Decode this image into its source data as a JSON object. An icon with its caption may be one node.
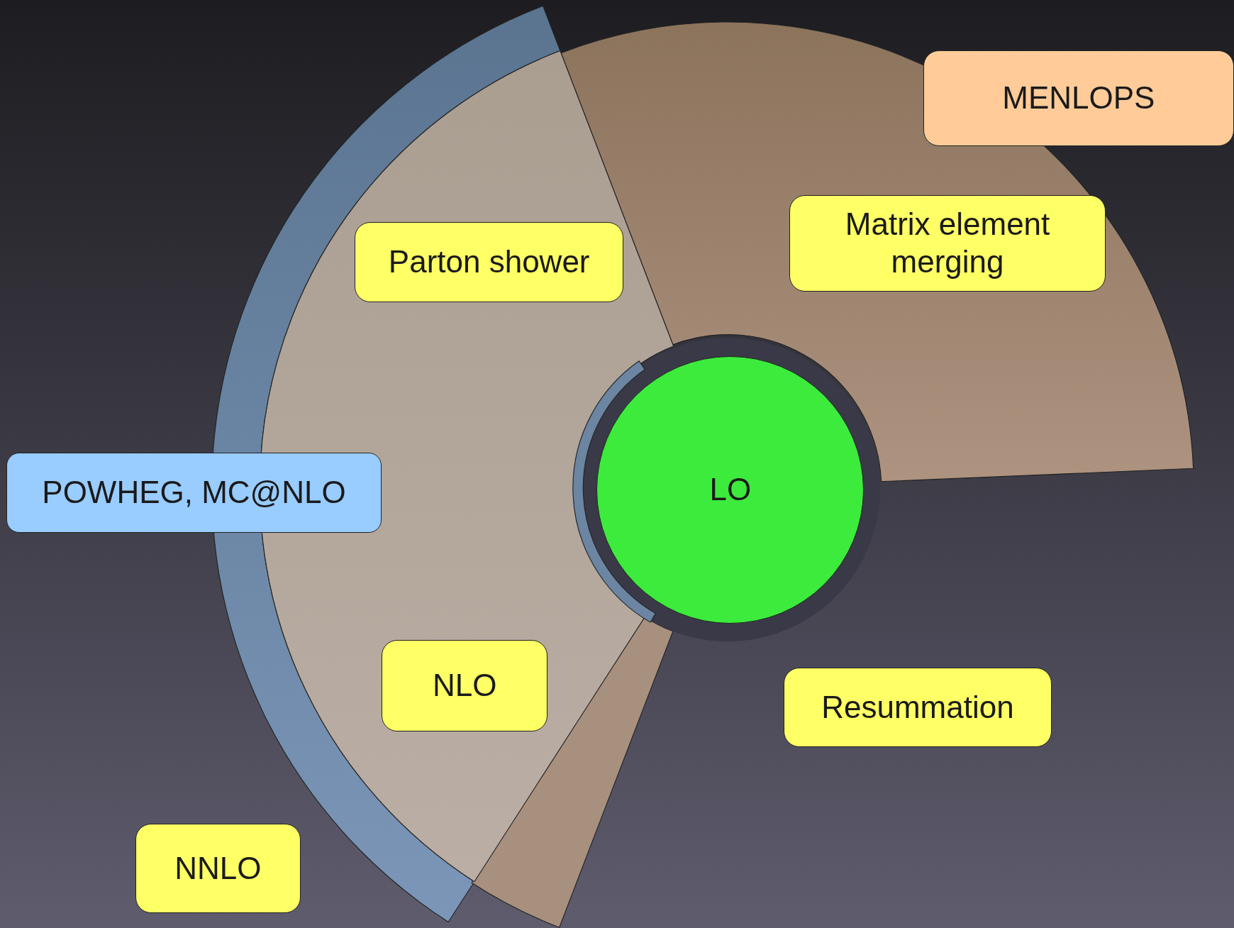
{
  "diagram": {
    "nodes": [
      {
        "text": [
          "MENLOPS"
        ]
      },
      {
        "text": [
          "Matrix element merging"
        ]
      },
      {
        "text": [
          "Parton shower"
        ]
      },
      {
        "text": [
          "POWHEG, MC@NLO"
        ]
      },
      {
        "text": [
          "LO"
        ]
      },
      {
        "text": [
          "NLO"
        ]
      },
      {
        "text": [
          "Resummation"
        ]
      },
      {
        "text": [
          "NNLO"
        ]
      }
    ]
  }
}
